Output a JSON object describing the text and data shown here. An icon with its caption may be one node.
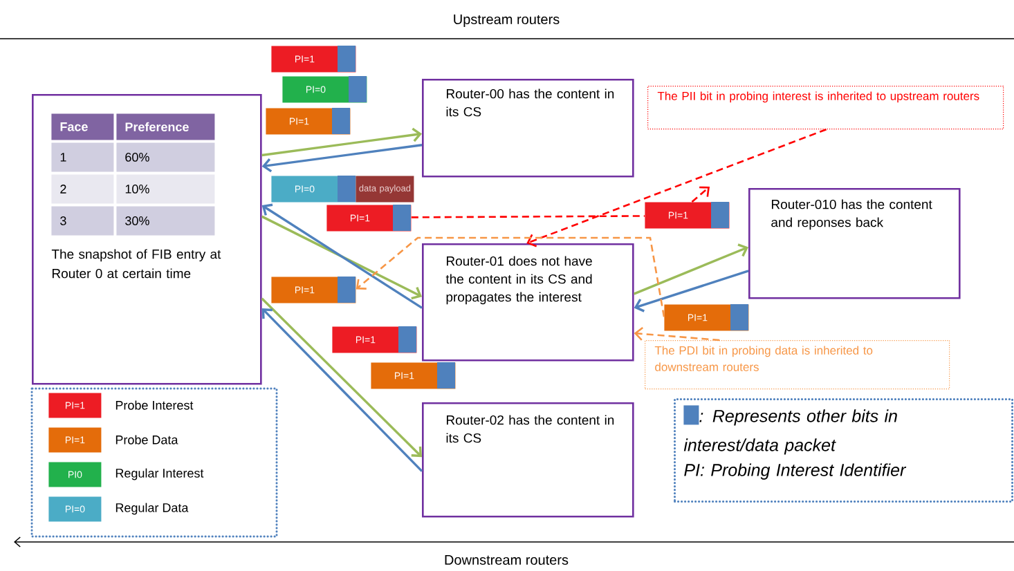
{
  "diagram": {
    "nodes": [
      {
        "text": [
          "The snapshot of FIB entry at Router 0 at certain time"
        ]
      },
      {
        "text": [
          "Router-00 has the content in its CS"
        ]
      },
      {
        "text": [
          "Router-01 does not have the content in its CS and propagates the interest"
        ]
      },
      {
        "text": [
          "Router-010 has the content and reponses back"
        ]
      },
      {
        "text": [
          "Router-02 has the content in its CS"
        ]
      },
      {
        "text": [
          "The PII bit in probing interest is inherited to upstream routers"
        ]
      },
      {
        "text": [
          "The PDI bit in probing data is inherited to downstream routers"
        ]
      },
      {
        "text": [
          "PI=1"
        ]
      },
      {
        "text": [
          "PI=0"
        ]
      },
      {
        "text": [
          "PI=1"
        ]
      },
      {
        "text": [
          "PI=0"
        ]
      },
      {
        "text": [
          "data payload"
        ]
      },
      {
        "text": [
          "PI=1"
        ]
      },
      {
        "text": [
          "PI=1"
        ]
      },
      {
        "text": [
          "PI=1"
        ]
      },
      {
        "text": [
          "PI=1"
        ]
      },
      {
        "text": [
          "PI=1"
        ]
      },
      {
        "text": [
          "PI=1"
        ]
      },
      {
        "text": [
          ": Represents other bits in interest/data packet",
          "PI: Probing Interest Identifier"
        ]
      }
    ],
    "edges": [
      {
        "from": 0,
        "to": 1,
        "arrow": "to",
        "color": "#9bbb59"
      },
      {
        "from": 1,
        "to": 0,
        "arrow": "to",
        "color": "#4f81bd"
      },
      {
        "from": 0,
        "to": 2,
        "arrow": "to",
        "color": "#9bbb59"
      },
      {
        "from": 2,
        "to": 0,
        "arrow": "to",
        "color": "#4f81bd"
      },
      {
        "from": 0,
        "to": 4,
        "arrow": "to",
        "color": "#9bbb59"
      },
      {
        "from": 4,
        "to": 0,
        "arrow": "to",
        "color": "#4f81bd"
      },
      {
        "from": 2,
        "to": 3,
        "arrow": "to",
        "color": "#9bbb59"
      },
      {
        "from": 3,
        "to": 2,
        "arrow": "to",
        "color": "#4f81bd"
      },
      {
        "from": 5,
        "to": 2,
        "arrow": "to",
        "style": "dashed",
        "color": "#ff0000"
      },
      {
        "from": 12,
        "to": 16,
        "arrow": "none",
        "style": "dashed",
        "color": "#ff0000"
      },
      {
        "from": 16,
        "to": null,
        "arrow": "to",
        "style": "dashed",
        "color": "#ff0000"
      },
      {
        "from": 6,
        "to": 2,
        "arrow": "to",
        "style": "dashed",
        "color": "#f79646"
      },
      {
        "from": 17,
        "to": 13,
        "arrow": "to",
        "style": "dashed",
        "color": "#f79646"
      }
    ],
    "labels": [
      "Upstream routers",
      "Face",
      "Preference",
      "1",
      "60%",
      "2",
      "10%",
      "3",
      "30%",
      "PI=1",
      "PI=1",
      "PI0",
      "PI=0",
      "Downstream routers"
    ],
    "legend": [
      {
        "text": "Probe Interest",
        "color": "#ed1c24"
      },
      {
        "text": "Probe Data",
        "color": "#e46c0a"
      },
      {
        "text": "Regular Interest",
        "color": "#22b14c"
      },
      {
        "text": "Regular Data",
        "color": "#4bacc6"
      }
    ]
  }
}
